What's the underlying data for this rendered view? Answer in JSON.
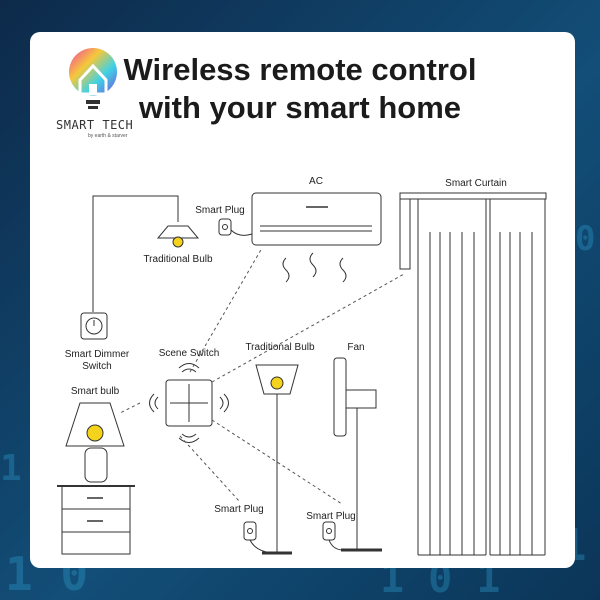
{
  "title": {
    "line1": "Wireless remote control",
    "line2": "with your smart home"
  },
  "logo": {
    "name": "SMART TECH",
    "tagline": "by earth & starver"
  },
  "labels": {
    "ac": "AC",
    "smart_curtain": "Smart Curtain",
    "smart_plug_top": "Smart Plug",
    "traditional_bulb_ceiling": "Traditional Bulb",
    "smart_dimmer_switch_line1": "Smart Dimmer",
    "smart_dimmer_switch_line2": "Switch",
    "scene_switch": "Scene Switch",
    "traditional_bulb_lamp": "Traditional Bulb",
    "fan": "Fan",
    "smart_bulb": "Smart bulb",
    "smart_plug_bottom_left": "Smart Plug",
    "smart_plug_bottom_right": "Smart Plug"
  },
  "colors": {
    "bulb_glow": "#f5d21c",
    "line": "#333333",
    "background": "#0d2a4a"
  }
}
